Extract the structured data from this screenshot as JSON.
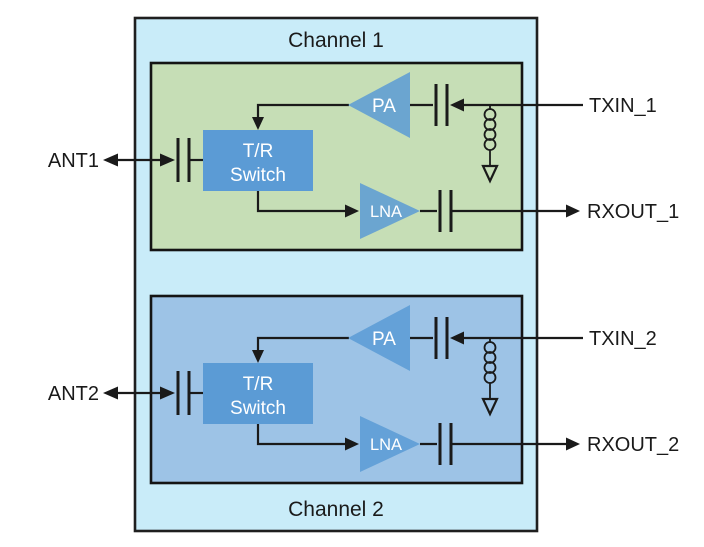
{
  "colors": {
    "outer_box_bg": "#c9ecf9",
    "channel1_bg": "#c6deb6",
    "channel2_bg": "#9dc3e6",
    "block_fill": "#5b9bd5",
    "block_text": "#ffffff",
    "wire": "#1a1a1a",
    "label_text": "#1a1a1a",
    "border": "#1f1f1f"
  },
  "icons": {
    "capacitor": "two-parallel-plates-symbol",
    "inductor": "coil-symbol",
    "ground": "open-triangle-down-symbol",
    "amplifier": "triangle-amplifier-symbol",
    "signal_arrow": "filled-arrowhead"
  },
  "channels": [
    {
      "title": "Channel 1",
      "ant_label": "ANT1",
      "txin_label": "TXIN_1",
      "rxout_label": "RXOUT_1",
      "switch_label_line1": "T/R",
      "switch_label_line2": "Switch",
      "pa_label": "PA",
      "lna_label": "LNA"
    },
    {
      "title": "Channel 2",
      "ant_label": "ANT2",
      "txin_label": "TXIN_2",
      "rxout_label": "RXOUT_2",
      "switch_label_line1": "T/R",
      "switch_label_line2": "Switch",
      "pa_label": "PA",
      "lna_label": "LNA"
    }
  ]
}
